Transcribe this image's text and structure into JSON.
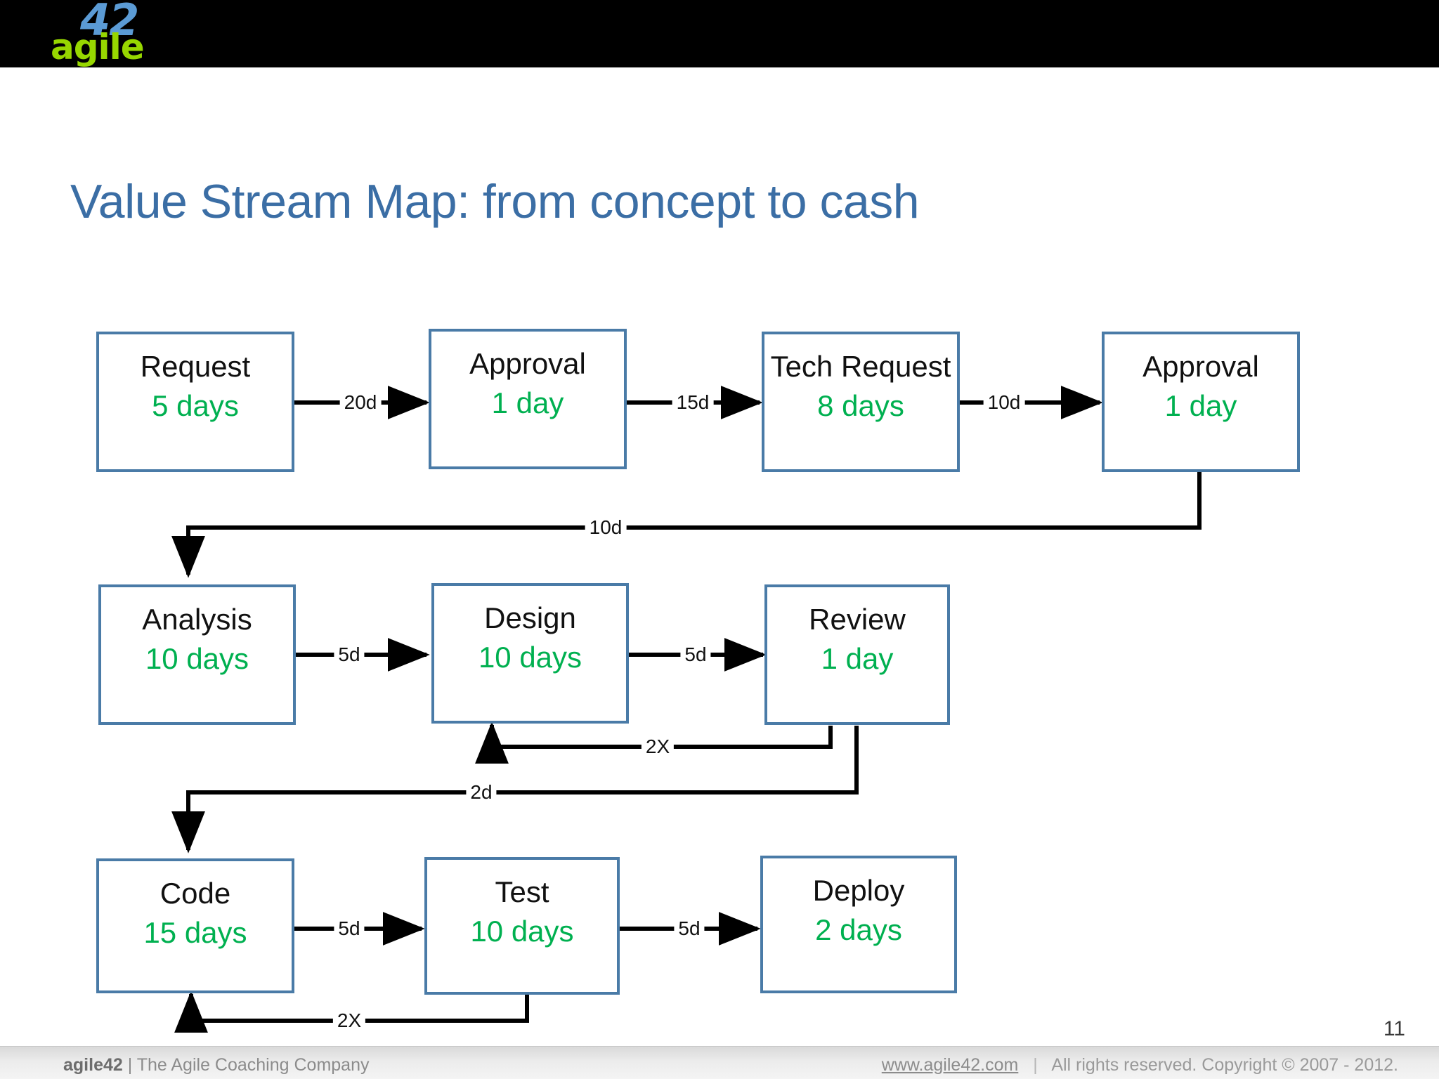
{
  "slide": {
    "page_number": "11",
    "title": "Value Stream Map: from concept to cash",
    "title_color": "#3b6ea5"
  },
  "logo": {
    "number": "42",
    "word": "agile",
    "number_color": "#5b9bd5",
    "word_color": "#97d700"
  },
  "footer": {
    "brand": "agile42",
    "separator": "|",
    "tagline": "The Agile Coaching Company",
    "url": "www.agile42.com",
    "rights": "All rights reserved. Copyright © 2007 - 2012."
  },
  "diagram": {
    "box_border_color": "#4a7ba7",
    "duration_color": "#00b050",
    "nodes": [
      {
        "id": "request",
        "label": "Request",
        "duration": "5 days",
        "row": 1,
        "col": 1
      },
      {
        "id": "approval1",
        "label": "Approval",
        "duration": "1 day",
        "row": 1,
        "col": 2
      },
      {
        "id": "techrequest",
        "label": "Tech Request",
        "duration": "8 days",
        "row": 1,
        "col": 3
      },
      {
        "id": "approval2",
        "label": "Approval",
        "duration": "1 day",
        "row": 1,
        "col": 4
      },
      {
        "id": "analysis",
        "label": "Analysis",
        "duration": "10 days",
        "row": 2,
        "col": 1
      },
      {
        "id": "design",
        "label": "Design",
        "duration": "10 days",
        "row": 2,
        "col": 2
      },
      {
        "id": "review",
        "label": "Review",
        "duration": "1 day",
        "row": 2,
        "col": 3
      },
      {
        "id": "code",
        "label": "Code",
        "duration": "15 days",
        "row": 3,
        "col": 1
      },
      {
        "id": "test",
        "label": "Test",
        "duration": "10 days",
        "row": 3,
        "col": 2
      },
      {
        "id": "deploy",
        "label": "Deploy",
        "duration": "2 days",
        "row": 3,
        "col": 3
      }
    ],
    "edges": [
      {
        "id": "e1",
        "from": "request",
        "to": "approval1",
        "label": "20d"
      },
      {
        "id": "e2",
        "from": "approval1",
        "to": "techrequest",
        "label": "15d"
      },
      {
        "id": "e3",
        "from": "techrequest",
        "to": "approval2",
        "label": "10d"
      },
      {
        "id": "e4",
        "from": "approval2",
        "to": "analysis",
        "label": "10d"
      },
      {
        "id": "e5",
        "from": "analysis",
        "to": "design",
        "label": "5d"
      },
      {
        "id": "e6",
        "from": "design",
        "to": "review",
        "label": "5d"
      },
      {
        "id": "e7",
        "from": "review",
        "to": "design",
        "label": "2X"
      },
      {
        "id": "e8",
        "from": "review",
        "to": "code",
        "label": "2d"
      },
      {
        "id": "e9",
        "from": "code",
        "to": "test",
        "label": "5d"
      },
      {
        "id": "e10",
        "from": "test",
        "to": "deploy",
        "label": "5d"
      },
      {
        "id": "e11",
        "from": "test",
        "to": "code",
        "label": "2X"
      }
    ]
  }
}
